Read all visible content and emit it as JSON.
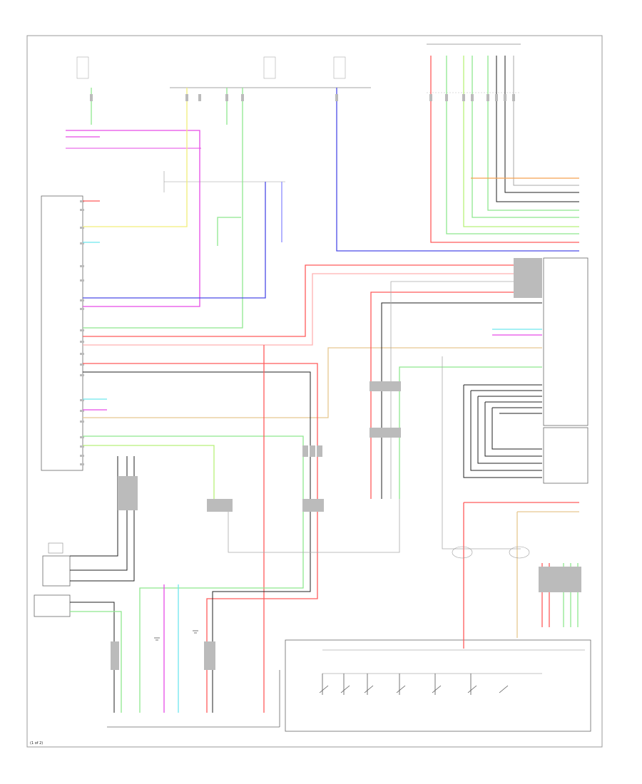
{
  "footer": {
    "label": "(1 of 2)"
  },
  "colors": {
    "frame": "#888888",
    "red": "#ff5a5a",
    "pink": "#ffb0b0",
    "green": "#8ee88e",
    "lime": "#b8f07a",
    "yellow": "#f2ee7a",
    "blue": "#4a4ae6",
    "lightblue": "#8a8aff",
    "magenta": "#e64ae6",
    "cyan": "#6ee6ee",
    "orange": "#f5a050",
    "tan": "#e6c890",
    "black": "#222222",
    "gray": "#aaaaaa"
  },
  "components": [
    {
      "id": "audio-unit"
    },
    {
      "id": "hands-free-module"
    },
    {
      "id": "steering-switch"
    },
    {
      "id": "rear-speaker-unit"
    },
    {
      "id": "navigation-unit"
    },
    {
      "id": "junction-block"
    },
    {
      "id": "ground-point"
    }
  ]
}
